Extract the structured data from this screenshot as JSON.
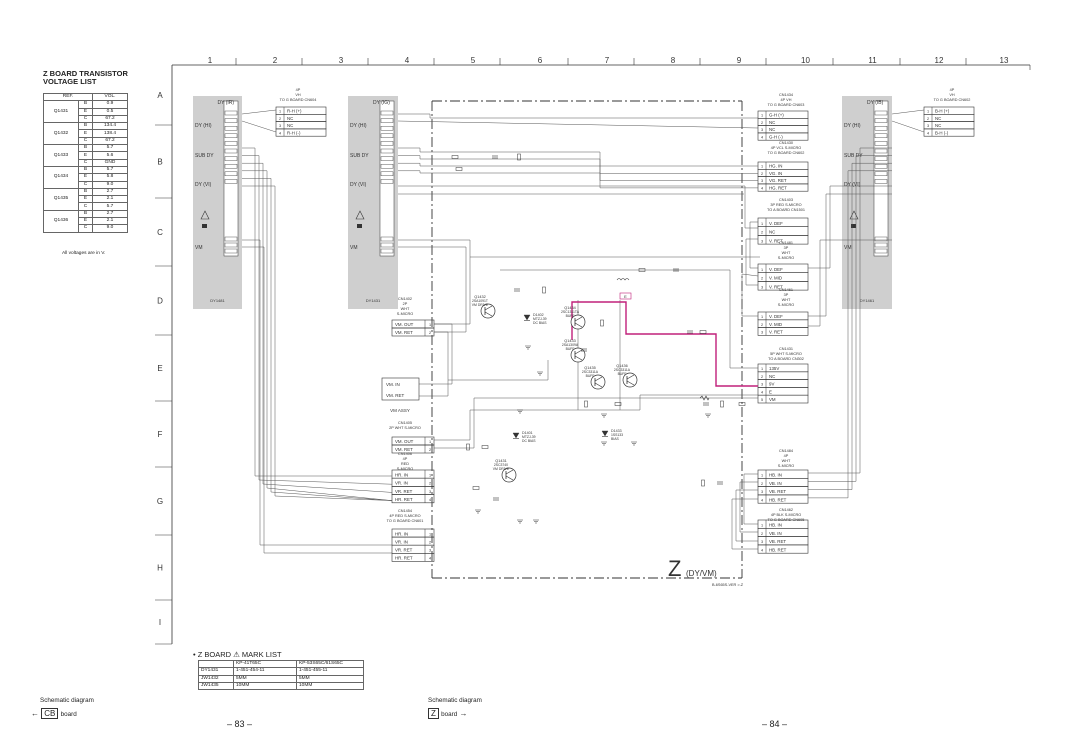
{
  "voltage_list": {
    "title_line1": "Z BOARD TRANSISTOR",
    "title_line2": "VOLTAGE LIST",
    "header": {
      "ref": "REF.",
      "vol": "VOL."
    },
    "rows": [
      {
        "ref": "Q1431",
        "pins": [
          {
            "p": "B",
            "v": "0.9"
          },
          {
            "p": "E",
            "v": "0.5"
          },
          {
            "p": "C",
            "v": "67.2"
          }
        ]
      },
      {
        "ref": "Q1432",
        "pins": [
          {
            "p": "B",
            "v": "134.4"
          },
          {
            "p": "E",
            "v": "138.4"
          },
          {
            "p": "C",
            "v": "67.2"
          }
        ]
      },
      {
        "ref": "Q1433",
        "pins": [
          {
            "p": "B",
            "v": "5.7"
          },
          {
            "p": "E",
            "v": "5.6"
          },
          {
            "p": "C",
            "v": "GND"
          }
        ]
      },
      {
        "ref": "Q1434",
        "pins": [
          {
            "p": "B",
            "v": "5.7"
          },
          {
            "p": "E",
            "v": "5.8"
          },
          {
            "p": "C",
            "v": "9.0"
          }
        ]
      },
      {
        "ref": "Q1435",
        "pins": [
          {
            "p": "B",
            "v": "2.7"
          },
          {
            "p": "E",
            "v": "2.1"
          },
          {
            "p": "C",
            "v": "5.7"
          }
        ]
      },
      {
        "ref": "Q1436",
        "pins": [
          {
            "p": "B",
            "v": "2.7"
          },
          {
            "p": "E",
            "v": "2.1"
          },
          {
            "p": "C",
            "v": "9.0"
          }
        ]
      }
    ],
    "footnote": "All voltages are in V."
  },
  "mark_list": {
    "title": "• Z BOARD ⚠ MARK LIST",
    "header": [
      "",
      "KP-41T65C",
      "KP-53S65C/61S65C"
    ],
    "rows": [
      [
        "DY1431",
        "1-451-454-11",
        "1-451-455-11"
      ],
      [
        "JW1432",
        "5MM",
        "5MM"
      ],
      [
        "JW1435",
        "10MM",
        "10MM"
      ]
    ]
  },
  "columns": [
    "1",
    "2",
    "3",
    "4",
    "5",
    "6",
    "7",
    "8",
    "9",
    "10",
    "11",
    "12",
    "13"
  ],
  "rows_labels": [
    "A",
    "B",
    "C",
    "D",
    "E",
    "F",
    "G",
    "H",
    "I"
  ],
  "board_title": "Z",
  "board_subtitle": "(DY/VM)",
  "board_code": "B-6S65S-VER >-Z",
  "yokes": [
    {
      "id": "dy_ir",
      "head": "DY (IR)",
      "labels": [
        "DY (HI)",
        "SUB DY",
        "DY (VI)",
        "VM"
      ],
      "ref": "DY1481"
    },
    {
      "id": "dy_ig",
      "head": "DY (IG)",
      "labels": [
        "DY (HI)",
        "SUB DY",
        "DY (VI)",
        "VM"
      ],
      "ref": "DY1431"
    },
    {
      "id": "dy_ib",
      "head": "DY (IB)",
      "labels": [
        "DY (HI)",
        "SUB DY",
        "DY (VI)",
        "VM"
      ],
      "ref": "DY1461"
    }
  ],
  "connectors": {
    "cn_top_left": {
      "title": [
        "4P",
        "VH",
        "TO G BOARD CN604"
      ],
      "pins": [
        "R-H (+)",
        "NC",
        "NC",
        "R-H (-)"
      ]
    },
    "cn_top_right": {
      "title": [
        "4P",
        "VH",
        "TO G BOARD CN602"
      ],
      "pins": [
        "B-H (+)",
        "NC",
        "NC",
        "B-H (-)"
      ]
    },
    "cn1434": {
      "title": [
        "CN1434",
        "4P VH",
        "TO G BOARD CN603"
      ],
      "pins": [
        "G-H (+)",
        "NC",
        "NC",
        "G-H (-)"
      ]
    },
    "cn1430": {
      "title": [
        "CN1430",
        "4P VCL S-MICRO",
        "TO G BOARD CN602"
      ],
      "pins": [
        "HG. IN",
        "VG. IN",
        "VG. RET",
        "HG. RET"
      ]
    },
    "cn1403": {
      "title": [
        "CN1403",
        "3P RED S-MICRO",
        "TO A BOARD CN1501"
      ],
      "pins": [
        "V. DEF",
        "NC",
        "V. RET"
      ]
    },
    "cn1481": {
      "title": [
        "CN1481",
        "3P",
        "WHT",
        "S-MICRO"
      ],
      "pins": [
        "V. DEF",
        "V. MID",
        "V. RET"
      ]
    },
    "cn1461": {
      "title": [
        "CN1461",
        "3P",
        "WHT",
        "S-MICRO"
      ],
      "pins": [
        "V. DEF",
        "V. MID",
        "V. RET"
      ]
    },
    "cn1431": {
      "title": [
        "CN1431",
        "5P WHT S-MICRO",
        "TO A BOARD CN302"
      ],
      "pins": [
        "135V",
        "NC",
        "9V",
        "E",
        "VM"
      ]
    },
    "cn1484": {
      "title": [
        "CN1484",
        "4P",
        "WHT",
        "S-MICRO"
      ],
      "pins": [
        "HB. IN",
        "VB. IN",
        "VB. RET",
        "HB. RET"
      ]
    },
    "cn1462": {
      "title": [
        "CN1462",
        "4P BLK S-MICRO",
        "TO G BOARD CN605"
      ],
      "pins": [
        "HB. IN",
        "VB. IN",
        "VB. RET",
        "HB. RET"
      ]
    },
    "cn1402": {
      "title": [
        "CN1402",
        "2P",
        "WHT",
        "S-MICRO"
      ],
      "pins": [
        "VM. OUT",
        "VM. RET"
      ]
    },
    "cn1405": {
      "title": [
        "CN1405",
        "2P WHT S-MICRO"
      ],
      "pins": [
        "VM. OUT",
        "VM. RET"
      ]
    },
    "cn1406": {
      "title": [
        "CN1406",
        "4P",
        "RED",
        "S-MICRO"
      ],
      "pins": [
        "HR. IN",
        "VR. IN",
        "VR. RET",
        "HR. RET"
      ]
    },
    "cn1454": {
      "title": [
        "CN1454",
        "4P RED S-MICRO",
        "TO G BOARD CN601"
      ],
      "pins": [
        "HR. IN",
        "VR. IN",
        "VR. RET",
        "HR. RET"
      ]
    },
    "vm_assy": {
      "title": "VM ASSY",
      "pins": [
        "VM. IN",
        "VM. RET"
      ]
    }
  },
  "transistors": [
    {
      "ref": "Q1432",
      "part": "2SA1091T",
      "role": "VM DRIVE"
    },
    {
      "ref": "Q1434",
      "part": "2SC1311TA",
      "role": "BUFF"
    },
    {
      "ref": "Q1433",
      "part": "2SA1309A",
      "role": "BUFF"
    },
    {
      "ref": "Q1435",
      "part": "2SC3311A",
      "role": "BUFF"
    },
    {
      "ref": "Q1436",
      "part": "2SC3311A",
      "role": "BUFF"
    },
    {
      "ref": "Q1431",
      "part": "2SC3740",
      "role": "VM DRIVE"
    }
  ],
  "diodes": [
    {
      "ref": "D1402",
      "part": "MTZJ-39",
      "role": "DC BIAS"
    },
    {
      "ref": "D1401",
      "part": "MTZJ-39",
      "role": "DC BIAS"
    },
    {
      "ref": "D1433",
      "part": "1SS133",
      "role": "BIAS"
    }
  ],
  "highlight_tag": "E",
  "footer": {
    "left_caption": "Schematic diagram",
    "left_arrow": "←",
    "left_board": "CB",
    "left_board_word": "board",
    "right_caption": "Schematic diagram",
    "right_board": "Z",
    "right_board_word": "board",
    "right_arrow": "→",
    "page_left": "– 83 –",
    "page_right": "– 84 –"
  },
  "colors": {
    "ink": "#333333",
    "yoke_fill": "#cfcfcf",
    "highlight": "#c0207a"
  }
}
